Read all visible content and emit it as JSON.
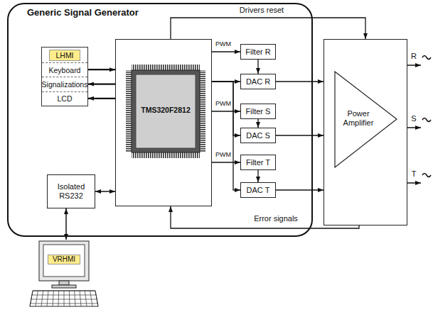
{
  "diagram": {
    "nodes": [
      {
        "text": [
          "Generic Signal Generator"
        ]
      },
      {
        "text": [
          "LHMI",
          "Keyboard",
          "Signalizations",
          "LCD"
        ],
        "in": 0
      },
      {
        "text": [
          "TMS320F2812"
        ],
        "in": 0
      },
      {
        "text": [
          "Isolated RS232"
        ],
        "in": 0
      },
      {
        "text": [
          "Filter R"
        ],
        "in": 0
      },
      {
        "text": [
          "DAC R"
        ],
        "in": 0
      },
      {
        "text": [
          "Filter S"
        ],
        "in": 0
      },
      {
        "text": [
          "DAC S"
        ],
        "in": 0
      },
      {
        "text": [
          "Filter T"
        ],
        "in": 0
      },
      {
        "text": [
          "DAC T"
        ],
        "in": 0
      },
      {
        "text": [
          "Power Amplifier"
        ]
      },
      {
        "text": [
          "VRHMI"
        ]
      }
    ],
    "edges": [
      {
        "from": 1,
        "to": 2,
        "arrow": "to"
      },
      {
        "from": 2,
        "to": 1,
        "arrow": "to"
      },
      {
        "from": 2,
        "to": 1,
        "arrow": "to"
      },
      {
        "from": 3,
        "to": 2,
        "arrow": "both"
      },
      {
        "from": 11,
        "to": 3,
        "arrow": "both"
      },
      {
        "from": 2,
        "to": 4,
        "arrow": "to",
        "label": "PWM"
      },
      {
        "from": 4,
        "to": 5,
        "arrow": "to"
      },
      {
        "from": 2,
        "to": 5,
        "arrow": "to"
      },
      {
        "from": 2,
        "to": 6,
        "arrow": "to",
        "label": "PWM"
      },
      {
        "from": 6,
        "to": 7,
        "arrow": "to"
      },
      {
        "from": 2,
        "to": 7,
        "arrow": "to"
      },
      {
        "from": 2,
        "to": 8,
        "arrow": "to",
        "label": "PWM"
      },
      {
        "from": 8,
        "to": 9,
        "arrow": "to"
      },
      {
        "from": 2,
        "to": 9,
        "arrow": "to"
      },
      {
        "from": 5,
        "to": 10,
        "arrow": "to"
      },
      {
        "from": 7,
        "to": 10,
        "arrow": "to"
      },
      {
        "from": 9,
        "to": 10,
        "arrow": "to"
      },
      {
        "from": 2,
        "to": 10,
        "arrow": "to",
        "label": "Drivers reset"
      },
      {
        "from": 10,
        "to": 2,
        "arrow": "to",
        "label": "Error signals"
      }
    ],
    "labels": [
      "R",
      "S",
      "T"
    ]
  }
}
